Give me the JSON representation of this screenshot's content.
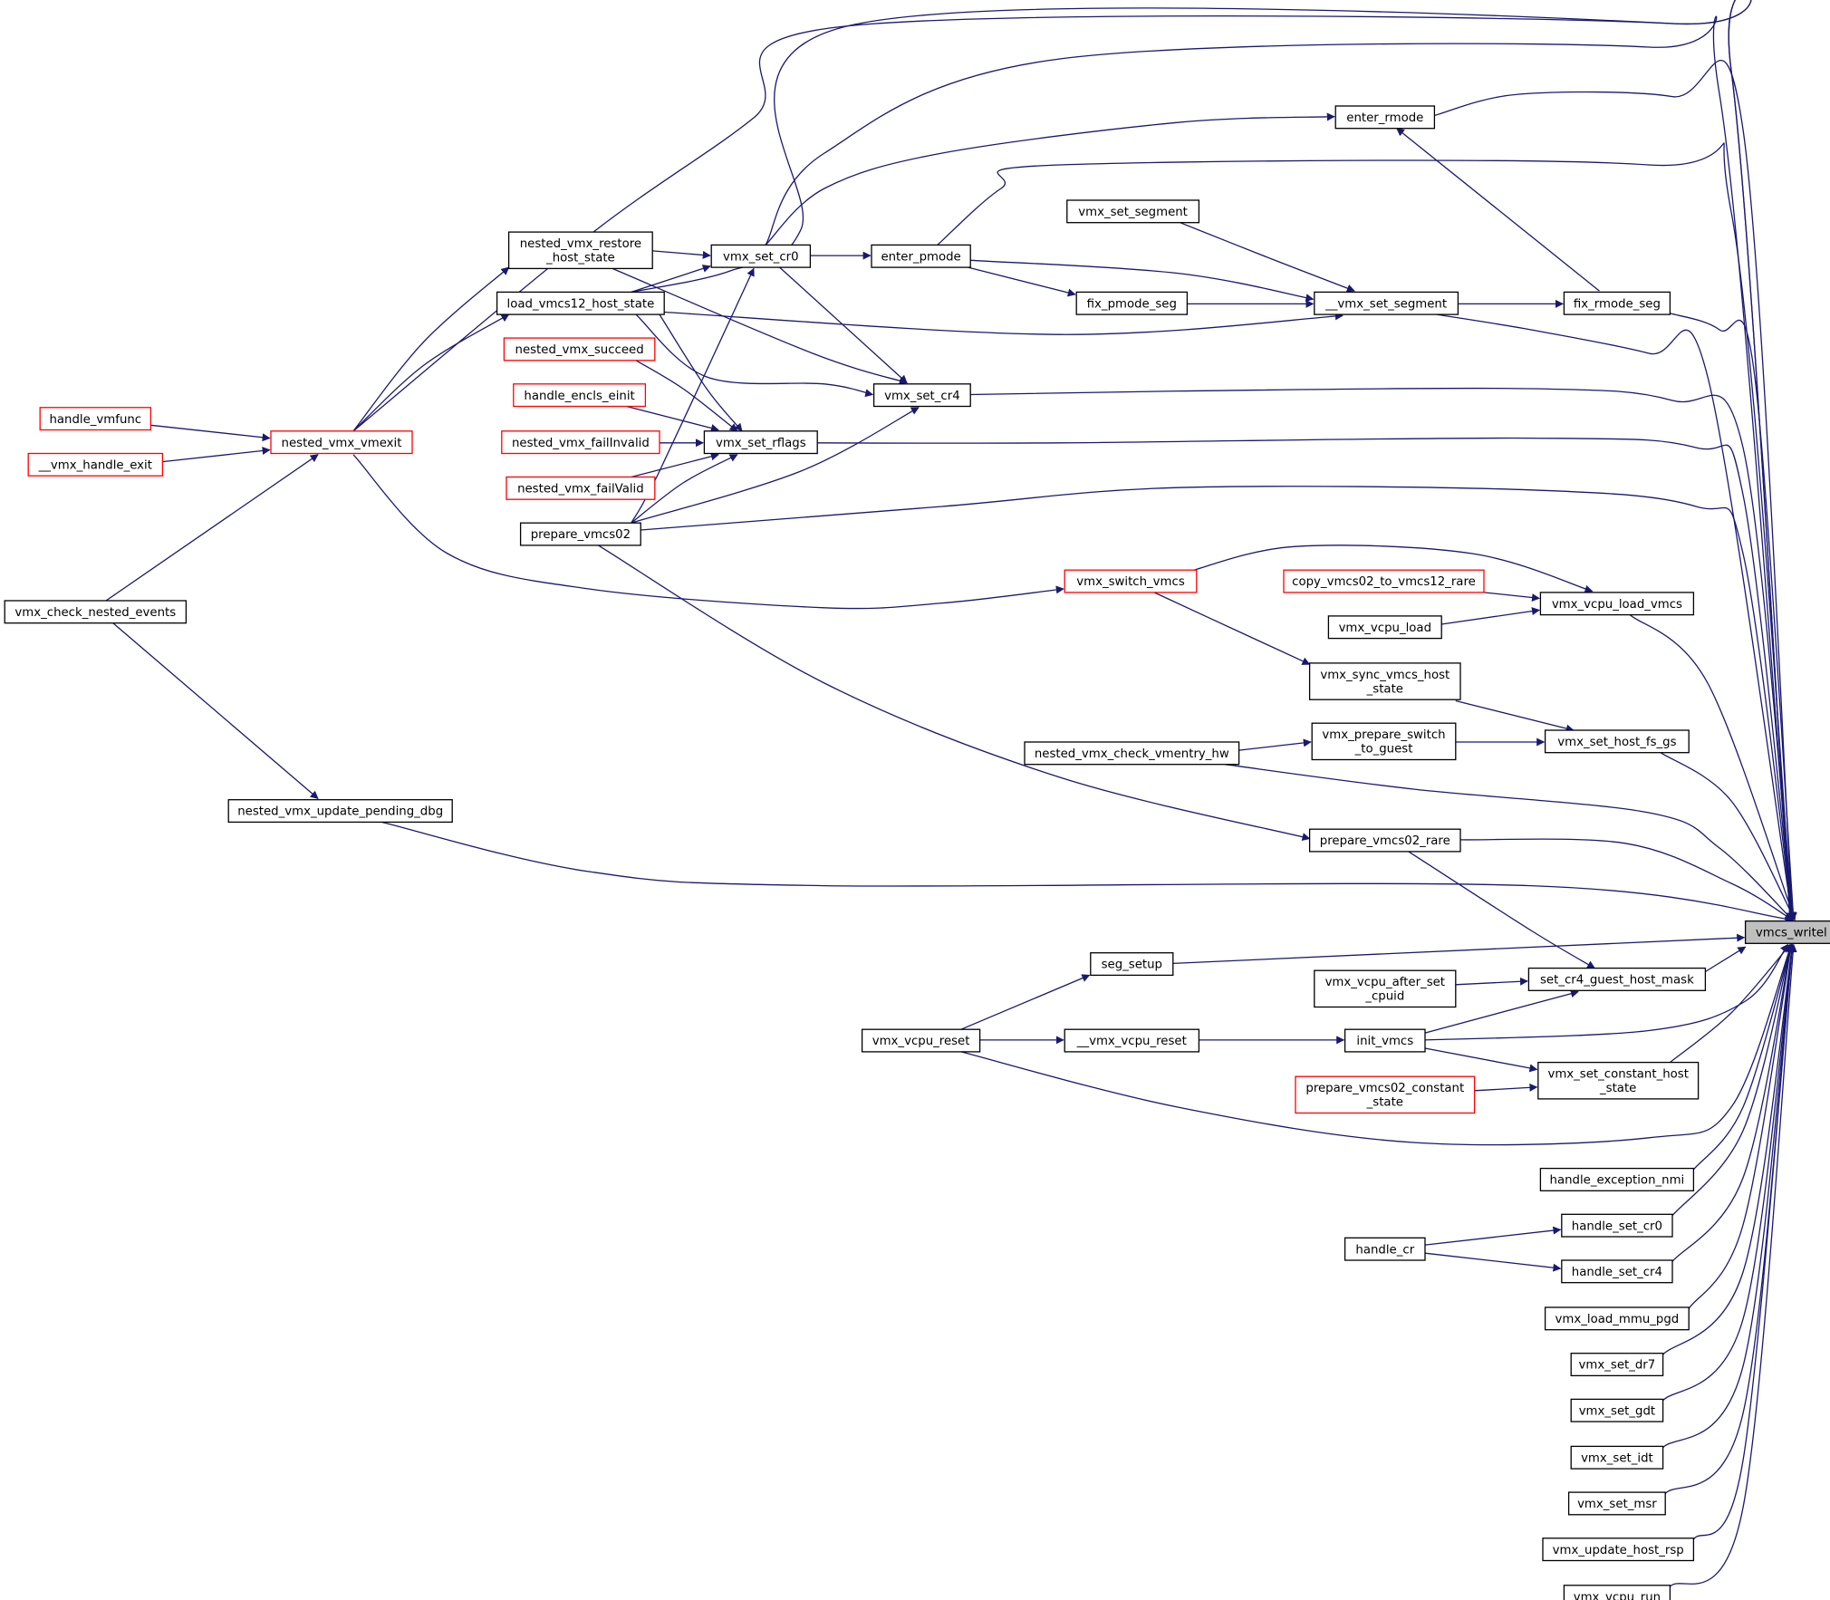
{
  "title": "",
  "colors": {
    "edge": "#191970",
    "node_border": "#000000",
    "node_border_incomplete": "#ff0000",
    "target_fill": "#bfbfbf",
    "background": "#ffffff"
  },
  "nodes": [
    {
      "id": "vmcs_writel",
      "lines": [
        "vmcs_writel"
      ],
      "style": "target"
    },
    {
      "id": "enter_rmode",
      "lines": [
        "enter_rmode"
      ],
      "style": "black"
    },
    {
      "id": "vmx_set_segment",
      "lines": [
        "vmx_set_segment"
      ],
      "style": "black"
    },
    {
      "id": "nested_vmx_restore_host_state",
      "lines": [
        "nested_vmx_restore",
        "_host_state"
      ],
      "style": "black"
    },
    {
      "id": "vmx_set_cr0",
      "lines": [
        "vmx_set_cr0"
      ],
      "style": "black"
    },
    {
      "id": "enter_pmode",
      "lines": [
        "enter_pmode"
      ],
      "style": "black"
    },
    {
      "id": "load_vmcs12_host_state",
      "lines": [
        "load_vmcs12_host_state"
      ],
      "style": "black"
    },
    {
      "id": "fix_pmode_seg",
      "lines": [
        "fix_pmode_seg"
      ],
      "style": "black"
    },
    {
      "id": "__vmx_set_segment",
      "lines": [
        "__vmx_set_segment"
      ],
      "style": "black"
    },
    {
      "id": "fix_rmode_seg",
      "lines": [
        "fix_rmode_seg"
      ],
      "style": "black"
    },
    {
      "id": "nested_vmx_succeed",
      "lines": [
        "nested_vmx_succeed"
      ],
      "style": "red"
    },
    {
      "id": "handle_encls_einit",
      "lines": [
        "handle_encls_einit"
      ],
      "style": "red"
    },
    {
      "id": "vmx_set_cr4",
      "lines": [
        "vmx_set_cr4"
      ],
      "style": "black"
    },
    {
      "id": "handle_vmfunc",
      "lines": [
        "handle_vmfunc"
      ],
      "style": "red"
    },
    {
      "id": "nested_vmx_vmexit",
      "lines": [
        "nested_vmx_vmexit"
      ],
      "style": "red"
    },
    {
      "id": "nested_vmx_failInvalid",
      "lines": [
        "nested_vmx_failInvalid"
      ],
      "style": "red"
    },
    {
      "id": "vmx_set_rflags",
      "lines": [
        "vmx_set_rflags"
      ],
      "style": "black"
    },
    {
      "id": "__vmx_handle_exit",
      "lines": [
        "__vmx_handle_exit"
      ],
      "style": "red"
    },
    {
      "id": "nested_vmx_failValid",
      "lines": [
        "nested_vmx_failValid"
      ],
      "style": "red"
    },
    {
      "id": "prepare_vmcs02",
      "lines": [
        "prepare_vmcs02"
      ],
      "style": "black"
    },
    {
      "id": "vmx_switch_vmcs",
      "lines": [
        "vmx_switch_vmcs"
      ],
      "style": "red"
    },
    {
      "id": "copy_vmcs02_to_vmcs12_rare",
      "lines": [
        "copy_vmcs02_to_vmcs12_rare"
      ],
      "style": "red"
    },
    {
      "id": "vmx_check_nested_events",
      "lines": [
        "vmx_check_nested_events"
      ],
      "style": "black"
    },
    {
      "id": "vmx_vcpu_load_vmcs",
      "lines": [
        "vmx_vcpu_load_vmcs"
      ],
      "style": "black"
    },
    {
      "id": "vmx_vcpu_load",
      "lines": [
        "vmx_vcpu_load"
      ],
      "style": "black"
    },
    {
      "id": "vmx_sync_vmcs_host_state",
      "lines": [
        "vmx_sync_vmcs_host",
        "_state"
      ],
      "style": "black"
    },
    {
      "id": "vmx_prepare_switch_to_guest",
      "lines": [
        "vmx_prepare_switch",
        "_to_guest"
      ],
      "style": "black"
    },
    {
      "id": "vmx_set_host_fs_gs",
      "lines": [
        "vmx_set_host_fs_gs"
      ],
      "style": "black"
    },
    {
      "id": "nested_vmx_check_vmentry_hw",
      "lines": [
        "nested_vmx_check_vmentry_hw"
      ],
      "style": "black"
    },
    {
      "id": "nested_vmx_update_pending_dbg",
      "lines": [
        "nested_vmx_update_pending_dbg"
      ],
      "style": "black"
    },
    {
      "id": "prepare_vmcs02_rare",
      "lines": [
        "prepare_vmcs02_rare"
      ],
      "style": "black"
    },
    {
      "id": "seg_setup",
      "lines": [
        "seg_setup"
      ],
      "style": "black"
    },
    {
      "id": "vmx_vcpu_after_set_cpuid",
      "lines": [
        "vmx_vcpu_after_set",
        "_cpuid"
      ],
      "style": "black"
    },
    {
      "id": "set_cr4_guest_host_mask",
      "lines": [
        "set_cr4_guest_host_mask"
      ],
      "style": "black"
    },
    {
      "id": "vmx_vcpu_reset",
      "lines": [
        "vmx_vcpu_reset"
      ],
      "style": "black"
    },
    {
      "id": "__vmx_vcpu_reset",
      "lines": [
        "__vmx_vcpu_reset"
      ],
      "style": "black"
    },
    {
      "id": "init_vmcs",
      "lines": [
        "init_vmcs"
      ],
      "style": "black"
    },
    {
      "id": "vmx_set_constant_host_state",
      "lines": [
        "vmx_set_constant_host",
        "_state"
      ],
      "style": "black"
    },
    {
      "id": "prepare_vmcs02_constant_state",
      "lines": [
        "prepare_vmcs02_constant",
        "_state"
      ],
      "style": "red"
    },
    {
      "id": "handle_exception_nmi",
      "lines": [
        "handle_exception_nmi"
      ],
      "style": "black"
    },
    {
      "id": "handle_set_cr0",
      "lines": [
        "handle_set_cr0"
      ],
      "style": "black"
    },
    {
      "id": "handle_cr",
      "lines": [
        "handle_cr"
      ],
      "style": "black"
    },
    {
      "id": "handle_set_cr4",
      "lines": [
        "handle_set_cr4"
      ],
      "style": "black"
    },
    {
      "id": "vmx_load_mmu_pgd",
      "lines": [
        "vmx_load_mmu_pgd"
      ],
      "style": "black"
    },
    {
      "id": "vmx_set_dr7",
      "lines": [
        "vmx_set_dr7"
      ],
      "style": "black"
    },
    {
      "id": "vmx_set_gdt",
      "lines": [
        "vmx_set_gdt"
      ],
      "style": "black"
    },
    {
      "id": "vmx_set_idt",
      "lines": [
        "vmx_set_idt"
      ],
      "style": "black"
    },
    {
      "id": "vmx_set_msr",
      "lines": [
        "vmx_set_msr"
      ],
      "style": "black"
    },
    {
      "id": "vmx_update_host_rsp",
      "lines": [
        "vmx_update_host_rsp"
      ],
      "style": "black"
    },
    {
      "id": "vmx_vcpu_run",
      "lines": [
        "vmx_vcpu_run"
      ],
      "style": "black"
    }
  ],
  "edges": [
    {
      "from": "vmcs_writel",
      "to": "enter_rmode"
    },
    {
      "from": "vmcs_writel",
      "to": "vmx_set_cr0"
    },
    {
      "from": "vmcs_writel",
      "to": "nested_vmx_restore_host_state"
    },
    {
      "from": "vmcs_writel",
      "to": "enter_pmode"
    },
    {
      "from": "vmcs_writel",
      "to": "load_vmcs12_host_state"
    },
    {
      "from": "vmcs_writel",
      "to": "__vmx_set_segment"
    },
    {
      "from": "vmcs_writel",
      "to": "fix_rmode_seg"
    },
    {
      "from": "vmcs_writel",
      "to": "vmx_set_cr4"
    },
    {
      "from": "vmcs_writel",
      "to": "vmx_set_rflags"
    },
    {
      "from": "vmcs_writel",
      "to": "prepare_vmcs02"
    },
    {
      "from": "vmcs_writel",
      "to": "vmx_vcpu_load_vmcs"
    },
    {
      "from": "vmcs_writel",
      "to": "vmx_set_host_fs_gs"
    },
    {
      "from": "vmcs_writel",
      "to": "nested_vmx_check_vmentry_hw"
    },
    {
      "from": "vmcs_writel",
      "to": "prepare_vmcs02_rare"
    },
    {
      "from": "vmcs_writel",
      "to": "nested_vmx_update_pending_dbg"
    },
    {
      "from": "vmcs_writel",
      "to": "seg_setup"
    },
    {
      "from": "vmcs_writel",
      "to": "set_cr4_guest_host_mask"
    },
    {
      "from": "vmcs_writel",
      "to": "init_vmcs"
    },
    {
      "from": "vmcs_writel",
      "to": "vmx_set_constant_host_state"
    },
    {
      "from": "vmcs_writel",
      "to": "vmx_vcpu_reset"
    },
    {
      "from": "vmcs_writel",
      "to": "handle_exception_nmi"
    },
    {
      "from": "vmcs_writel",
      "to": "handle_set_cr0"
    },
    {
      "from": "vmcs_writel",
      "to": "handle_set_cr4"
    },
    {
      "from": "vmcs_writel",
      "to": "vmx_load_mmu_pgd"
    },
    {
      "from": "vmcs_writel",
      "to": "vmx_set_dr7"
    },
    {
      "from": "vmcs_writel",
      "to": "vmx_set_gdt"
    },
    {
      "from": "vmcs_writel",
      "to": "vmx_set_idt"
    },
    {
      "from": "vmcs_writel",
      "to": "vmx_set_msr"
    },
    {
      "from": "vmcs_writel",
      "to": "vmx_update_host_rsp"
    },
    {
      "from": "vmcs_writel",
      "to": "vmx_vcpu_run"
    },
    {
      "from": "enter_rmode",
      "to": "vmx_set_cr0"
    },
    {
      "from": "fix_rmode_seg",
      "to": "enter_rmode"
    },
    {
      "from": "vmx_set_cr0",
      "to": "nested_vmx_restore_host_state"
    },
    {
      "from": "vmx_set_cr0",
      "to": "load_vmcs12_host_state"
    },
    {
      "from": "vmx_set_cr0",
      "to": "prepare_vmcs02"
    },
    {
      "from": "enter_pmode",
      "to": "vmx_set_cr0"
    },
    {
      "from": "__vmx_set_segment",
      "to": "vmx_set_segment"
    },
    {
      "from": "__vmx_set_segment",
      "to": "enter_pmode"
    },
    {
      "from": "__vmx_set_segment",
      "to": "fix_pmode_seg"
    },
    {
      "from": "__vmx_set_segment",
      "to": "load_vmcs12_host_state"
    },
    {
      "from": "fix_pmode_seg",
      "to": "enter_pmode"
    },
    {
      "from": "fix_rmode_seg",
      "to": "__vmx_set_segment"
    },
    {
      "from": "vmx_set_cr4",
      "to": "vmx_set_cr0"
    },
    {
      "from": "vmx_set_cr4",
      "to": "nested_vmx_restore_host_state"
    },
    {
      "from": "vmx_set_cr4",
      "to": "load_vmcs12_host_state"
    },
    {
      "from": "vmx_set_cr4",
      "to": "prepare_vmcs02"
    },
    {
      "from": "vmx_set_rflags",
      "to": "nested_vmx_succeed"
    },
    {
      "from": "vmx_set_rflags",
      "to": "handle_encls_einit"
    },
    {
      "from": "vmx_set_rflags",
      "to": "nested_vmx_failInvalid"
    },
    {
      "from": "vmx_set_rflags",
      "to": "nested_vmx_failValid"
    },
    {
      "from": "vmx_set_rflags",
      "to": "load_vmcs12_host_state"
    },
    {
      "from": "vmx_set_rflags",
      "to": "prepare_vmcs02"
    },
    {
      "from": "nested_vmx_restore_host_state",
      "to": "nested_vmx_vmexit"
    },
    {
      "from": "load_vmcs12_host_state",
      "to": "nested_vmx_vmexit"
    },
    {
      "from": "nested_vmx_vmexit",
      "to": "handle_vmfunc"
    },
    {
      "from": "nested_vmx_vmexit",
      "to": "__vmx_handle_exit"
    },
    {
      "from": "nested_vmx_vmexit",
      "to": "vmx_check_nested_events"
    },
    {
      "from": "vmx_switch_vmcs",
      "to": "nested_vmx_vmexit"
    },
    {
      "from": "vmx_vcpu_load_vmcs",
      "to": "vmx_switch_vmcs"
    },
    {
      "from": "vmx_vcpu_load_vmcs",
      "to": "copy_vmcs02_to_vmcs12_rare"
    },
    {
      "from": "vmx_vcpu_load_vmcs",
      "to": "vmx_vcpu_load"
    },
    {
      "from": "vmx_sync_vmcs_host_state",
      "to": "vmx_switch_vmcs"
    },
    {
      "from": "vmx_set_host_fs_gs",
      "to": "vmx_sync_vmcs_host_state"
    },
    {
      "from": "vmx_set_host_fs_gs",
      "to": "vmx_prepare_switch_to_guest"
    },
    {
      "from": "vmx_prepare_switch_to_guest",
      "to": "nested_vmx_check_vmentry_hw"
    },
    {
      "from": "prepare_vmcs02_rare",
      "to": "prepare_vmcs02"
    },
    {
      "from": "nested_vmx_update_pending_dbg",
      "to": "vmx_check_nested_events"
    },
    {
      "from": "seg_setup",
      "to": "vmx_vcpu_reset"
    },
    {
      "from": "set_cr4_guest_host_mask",
      "to": "prepare_vmcs02_rare"
    },
    {
      "from": "set_cr4_guest_host_mask",
      "to": "vmx_vcpu_after_set_cpuid"
    },
    {
      "from": "set_cr4_guest_host_mask",
      "to": "init_vmcs"
    },
    {
      "from": "__vmx_vcpu_reset",
      "to": "vmx_vcpu_reset"
    },
    {
      "from": "init_vmcs",
      "to": "__vmx_vcpu_reset"
    },
    {
      "from": "vmx_set_constant_host_state",
      "to": "init_vmcs"
    },
    {
      "from": "vmx_set_constant_host_state",
      "to": "prepare_vmcs02_constant_state"
    },
    {
      "from": "handle_set_cr0",
      "to": "handle_cr"
    },
    {
      "from": "handle_set_cr4",
      "to": "handle_cr"
    }
  ]
}
